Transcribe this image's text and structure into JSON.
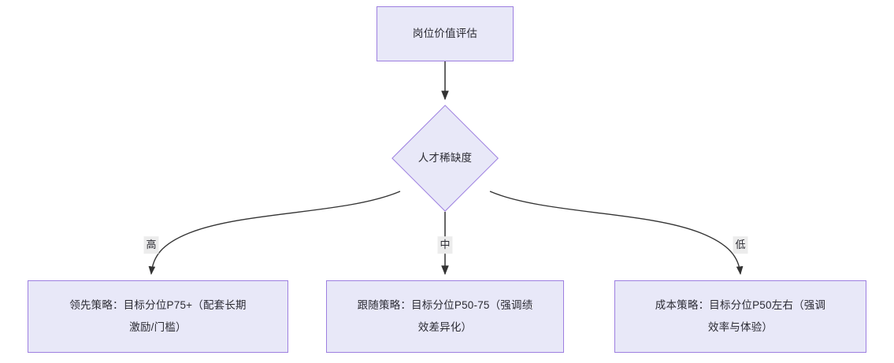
{
  "diagram": {
    "type": "flowchart",
    "direction": "top-down",
    "colors": {
      "node_fill": "#e8e8f8",
      "node_border": "#9d7fe0",
      "node_text": "#2b2b33",
      "edge_stroke": "#333333",
      "edge_label_bg": "#ececec",
      "canvas_bg": "#ffffff"
    },
    "nodes": {
      "root": {
        "id": "root",
        "shape": "rectangle",
        "label": "岗位价值评估"
      },
      "decision": {
        "id": "decision",
        "shape": "diamond",
        "label": "人才稀缺度"
      },
      "lead": {
        "id": "lead",
        "shape": "rectangle",
        "label": "领先策略：目标分位P75+（配套长期\n激励/门槛）"
      },
      "follow": {
        "id": "follow",
        "shape": "rectangle",
        "label": "跟随策略：目标分位P50-75（强调绩\n效差异化）"
      },
      "cost": {
        "id": "cost",
        "shape": "rectangle",
        "label": "成本策略：目标分位P50左右（强调\n效率与体验）"
      }
    },
    "edges": [
      {
        "id": "edge-root-decision",
        "from": "root",
        "to": "decision",
        "label": "",
        "style": "straight-arrow"
      },
      {
        "id": "edge-decision-lead",
        "from": "decision",
        "to": "lead",
        "label": "高",
        "style": "curved-arrow"
      },
      {
        "id": "edge-decision-follow",
        "from": "decision",
        "to": "follow",
        "label": "中",
        "style": "straight-arrow"
      },
      {
        "id": "edge-decision-cost",
        "from": "decision",
        "to": "cost",
        "label": "低",
        "style": "curved-arrow"
      }
    ]
  }
}
